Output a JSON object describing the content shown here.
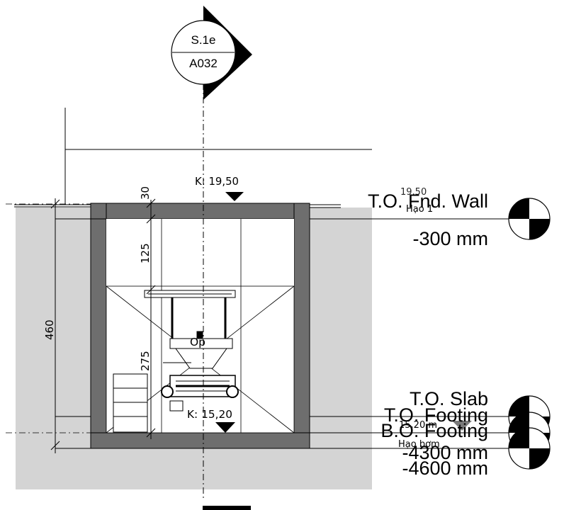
{
  "section_marker": {
    "label_top": "S.1e",
    "label_bottom": "A032"
  },
  "elevations": {
    "top_mark": "K: 19,50",
    "bottom_mark": "K: 15,20",
    "top_faded_value": "19,50",
    "top_faded_label": "Hạo 1",
    "bottom_faded_value": "15,20 m",
    "bottom_faded_label": "Hạo bơm"
  },
  "dimensions": {
    "wall_top": "30",
    "upper_clearance": "125",
    "total_height": "460",
    "lower_height": "275"
  },
  "equipment": {
    "label": "Op"
  },
  "levels": [
    {
      "name": "T.O. Fnd. Wall",
      "value": "-300 mm"
    },
    {
      "name": "T.O. Slab",
      "value": ""
    },
    {
      "name": "T.O. Footing",
      "value": "-4300 mm"
    },
    {
      "name": "B.O. Footing",
      "value": "-4600 mm"
    }
  ],
  "colors": {
    "ground": "#d4d4d4",
    "wall": "#6e6e6e",
    "line": "#000000",
    "marker_fill": "#ffffff"
  }
}
